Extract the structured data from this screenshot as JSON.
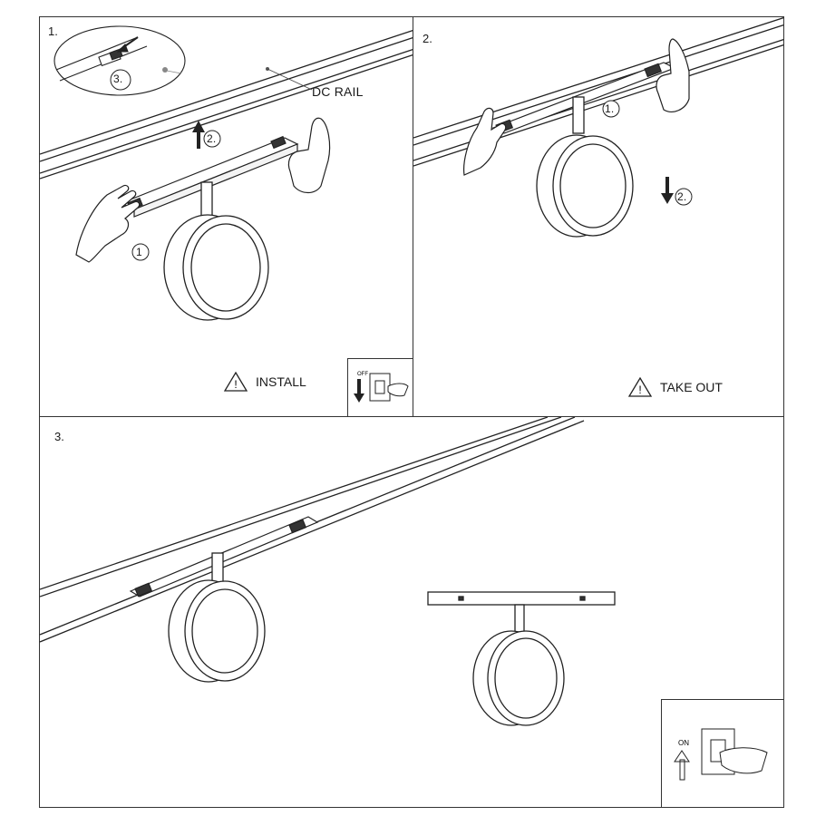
{
  "panels": [
    {
      "step": "1.",
      "caption": "INSTALL",
      "rail_label": "DC RAIL",
      "callouts": [
        "3.",
        "2.",
        "1"
      ]
    },
    {
      "step": "2.",
      "caption": "TAKE OUT",
      "callouts": [
        "1.",
        "2."
      ]
    },
    {
      "step": "3."
    }
  ],
  "icons": {
    "warning": "warning-triangle-icon",
    "switch_off": "switch-off-icon",
    "switch_on": "switch-on-icon",
    "warning_glyph": "!"
  },
  "inset_labels": {
    "off": "OFF",
    "on": "ON"
  }
}
